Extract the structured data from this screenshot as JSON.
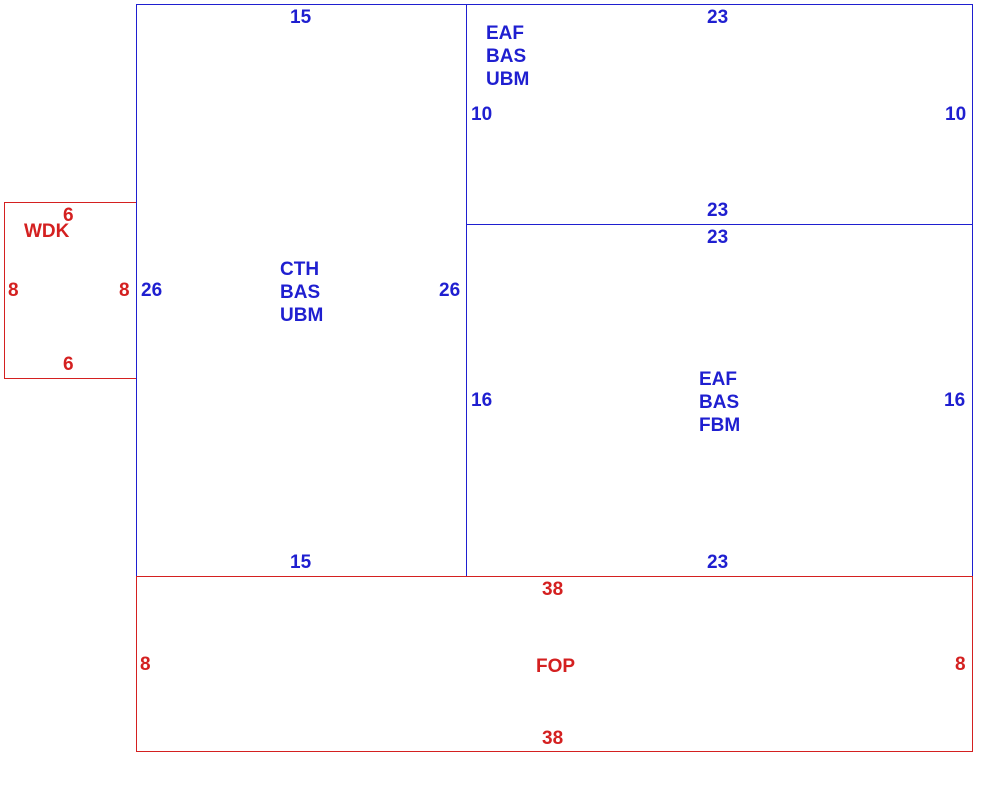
{
  "rooms": {
    "wdk": {
      "lines": [
        "WDK"
      ],
      "top": "6",
      "bottom": "6",
      "left": "8",
      "right": "8",
      "color": "#d42020"
    },
    "cth": {
      "lines": [
        "CTH",
        "BAS",
        "UBM"
      ],
      "top": "15",
      "bottom": "15",
      "left": "26",
      "right": "26",
      "color": "#1f1fd0"
    },
    "eaf_ubm": {
      "lines": [
        "EAF",
        "BAS",
        "UBM"
      ],
      "top": "23",
      "bottom": "23",
      "left": "10",
      "right": "10",
      "color": "#1f1fd0"
    },
    "eaf_fbm": {
      "lines": [
        "EAF",
        "BAS",
        "FBM"
      ],
      "top": "23",
      "bottom": "23",
      "left": "16",
      "right": "16",
      "color": "#1f1fd0"
    },
    "fop": {
      "lines": [
        "FOP"
      ],
      "top": "38",
      "bottom": "38",
      "left": "8",
      "right": "8",
      "color": "#d42020"
    }
  }
}
